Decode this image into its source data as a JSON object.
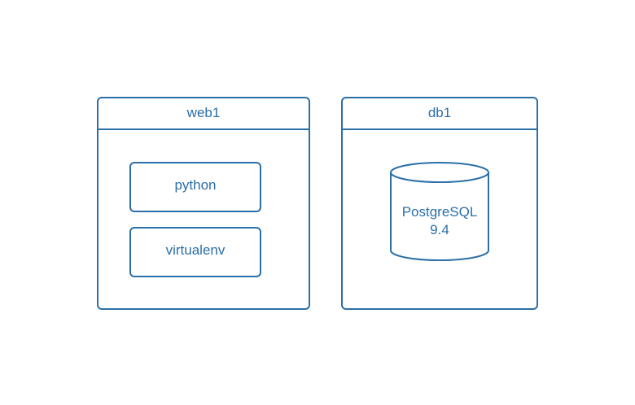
{
  "diagram": {
    "nodes": [
      {
        "title": "web1",
        "children": [
          "python",
          "virtualenv"
        ]
      },
      {
        "title": "db1",
        "database": {
          "line1": "PostgreSQL",
          "line2": "9.4"
        }
      }
    ]
  },
  "colors": {
    "stroke": "#2a6fa8",
    "text": "#2a6fa8",
    "background": "#ffffff"
  }
}
